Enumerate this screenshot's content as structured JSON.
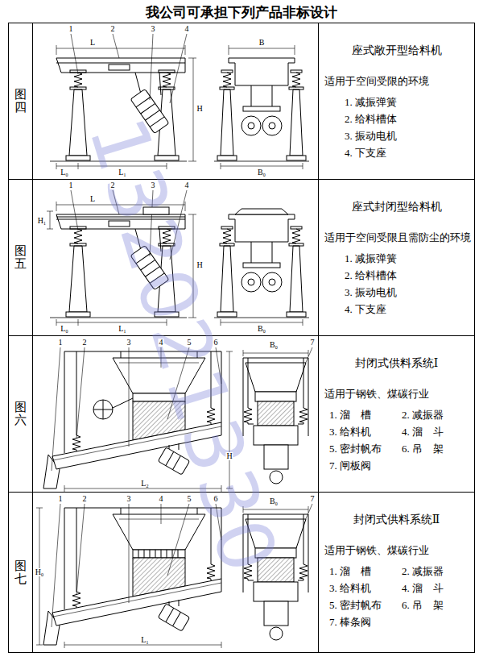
{
  "diagram": {
    "title": "我公司可承担下列产品非标设计",
    "nodes": [
      {
        "text": [
          "图四"
        ]
      },
      {
        "text": [
          "座式敞开型给料机",
          "适用于空间受限的环境",
          "1. 减振弹簧",
          "2. 给料槽体",
          "3. 振动电机",
          "4. 下支座"
        ]
      },
      {
        "text": [
          "图五"
        ]
      },
      {
        "text": [
          "座式封闭型给料机",
          "适用于空间受限且需防尘的环境",
          "1. 减振弹簧",
          "2. 给料槽体",
          "3. 振动电机",
          "4. 下支座"
        ]
      },
      {
        "text": [
          "图六"
        ]
      },
      {
        "text": [
          "封闭式供料系统Ⅰ",
          "适用于钢铁、煤碳行业",
          "1. 溜　槽",
          "2. 减振器",
          "3. 给料机",
          "4. 溜　斗",
          "5. 密封帆布",
          "6. 吊　架",
          "7. 闸板阀"
        ]
      },
      {
        "text": [
          "图七"
        ]
      },
      {
        "text": [
          "封闭式供料系统Ⅱ",
          "适用于钢铁、煤碳行业",
          "1. 溜　槽",
          "2. 减振器",
          "3. 给料机",
          "4. 溜　斗",
          "5. 密封帆布",
          "6. 吊　架",
          "7. 棒条阀"
        ]
      }
    ],
    "labels": [
      "1",
      "2",
      "3",
      "4",
      "L",
      "L₀",
      "L₁",
      "H",
      "B",
      "B₀",
      "1",
      "2",
      "3",
      "4",
      "L",
      "L₀",
      "L₁",
      "H",
      "H₁",
      "B₀",
      "1",
      "2",
      "3",
      "4",
      "5",
      "6",
      "7",
      "L₂",
      "H",
      "B₀",
      "1",
      "2",
      "3",
      "4",
      "5",
      "6",
      "7",
      "L₁",
      "H₀",
      "B₀",
      "132021330"
    ]
  }
}
